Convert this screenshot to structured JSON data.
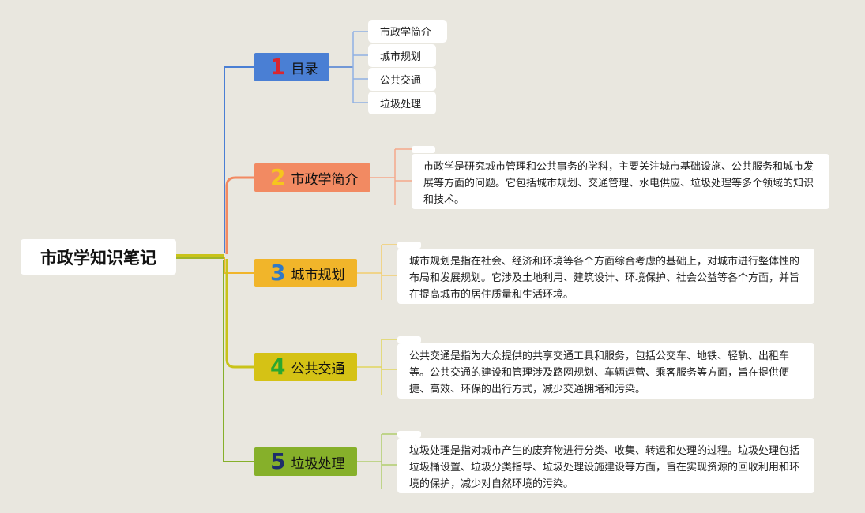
{
  "root": {
    "label": "市政学知识笔记"
  },
  "colors": {
    "background": "#e9e7df",
    "topic1": "#4a7fd4",
    "topic2": "#f28a62",
    "topic3": "#f1b52a",
    "topic4": "#d5c215",
    "topic5": "#86b02a",
    "num1": "#d9262f",
    "num2": "#f6c51e",
    "num3": "#2f79c7",
    "num4": "#2aa72e",
    "num5": "#1d2d6b"
  },
  "topics": [
    {
      "num": "1",
      "label": "目录",
      "items": [
        "市政学简介",
        "城市规划",
        "公共交通",
        "垃圾处理"
      ]
    },
    {
      "num": "2",
      "label": "市政学简介",
      "note": "市政学是研究城市管理和公共事务的学科，主要关注城市基础设施、公共服务和城市发展等方面的问题。它包括城市规划、交通管理、水电供应、垃圾处理等多个领域的知识和技术。"
    },
    {
      "num": "3",
      "label": "城市规划",
      "note": "城市规划是指在社会、经济和环境等各个方面综合考虑的基础上，对城市进行整体性的布局和发展规划。它涉及土地利用、建筑设计、环境保护、社会公益等各个方面，并旨在提高城市的居住质量和生活环境。"
    },
    {
      "num": "4",
      "label": "公共交通",
      "note": "公共交通是指为大众提供的共享交通工具和服务，包括公交车、地铁、轻轨、出租车等。公共交通的建设和管理涉及路网规划、车辆运营、乘客服务等方面，旨在提供便捷、高效、环保的出行方式，减少交通拥堵和污染。"
    },
    {
      "num": "5",
      "label": "垃圾处理",
      "note": "垃圾处理是指对城市产生的废弃物进行分类、收集、转运和处理的过程。垃圾处理包括垃圾桶设置、垃圾分类指导、垃圾处理设施建设等方面，旨在实现资源的回收利用和环境的保护，减少对自然环境的污染。"
    }
  ]
}
